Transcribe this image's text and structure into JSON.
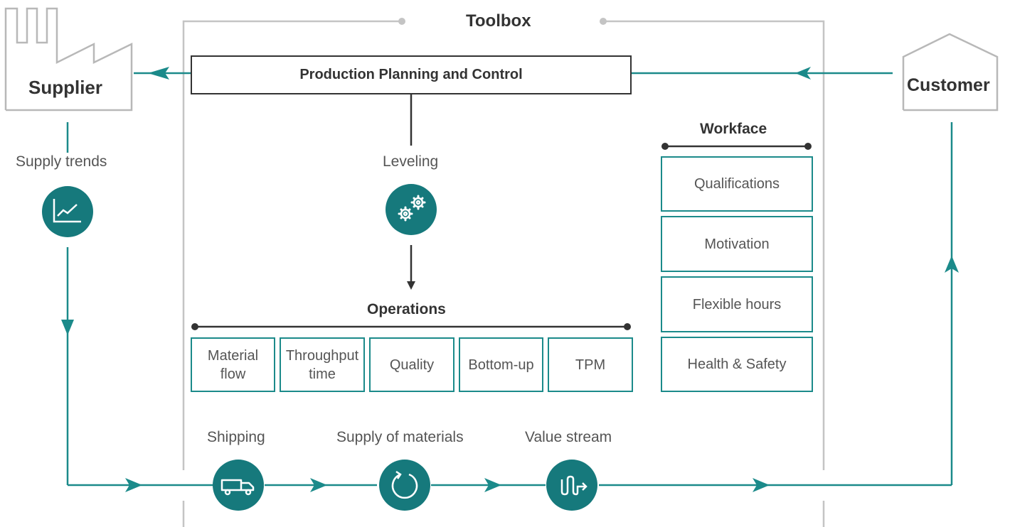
{
  "toolbox": {
    "title": "Toolbox"
  },
  "planning": {
    "label": "Production Planning and Control"
  },
  "supplier": {
    "label": "Supplier",
    "trend_label": "Supply trends"
  },
  "customer": {
    "label": "Customer"
  },
  "leveling": {
    "label": "Leveling"
  },
  "operations": {
    "title": "Operations",
    "items": [
      {
        "line1": "Material",
        "line2": "flow"
      },
      {
        "line1": "Throughput",
        "line2": "time"
      },
      {
        "line1": "Quality",
        "line2": ""
      },
      {
        "line1": "Bottom-up",
        "line2": ""
      },
      {
        "line1": "TPM",
        "line2": ""
      }
    ]
  },
  "workface": {
    "title": "Workface",
    "items": [
      "Qualifications",
      "Motivation",
      "Flexible hours",
      "Health & Safety"
    ]
  },
  "flow": {
    "shipping": "Shipping",
    "supply_of_materials": "Supply of materials",
    "value_stream": "Value stream"
  },
  "icons": {
    "supplier": "factory-icon",
    "customer": "warehouse-icon",
    "trend": "line-chart-icon",
    "leveling": "gears-icon",
    "shipping": "truck-icon",
    "supply": "cycle-icon",
    "value_stream": "wave-arrow-icon"
  },
  "colors": {
    "teal": "#16797c",
    "line_teal": "#1b8a8a",
    "gray": "#c4c4c4",
    "dark": "#333333"
  }
}
